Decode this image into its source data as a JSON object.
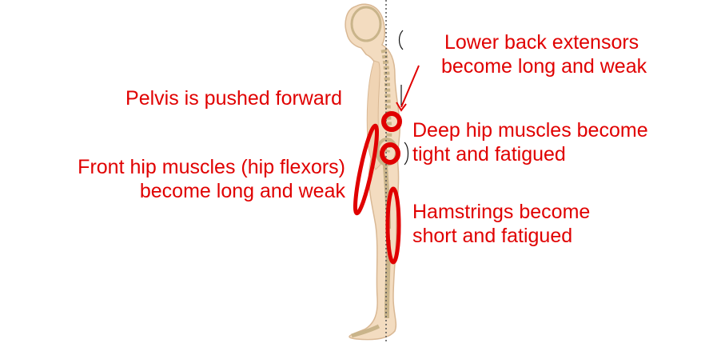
{
  "colors": {
    "annotation": "#e00000",
    "skin": "#f3dcc0",
    "skin_edge": "#d9b894",
    "bone": "#c9b48a",
    "reference_line": "#555555"
  },
  "labels": {
    "pelvis": "Pelvis is pushed forward",
    "front_hip": {
      "line1": "Front hip muscles (hip flexors)",
      "line2": "become long and weak"
    },
    "lower_back": {
      "line1": "Lower back extensors",
      "line2": "become long and weak"
    },
    "deep_hip": {
      "line1": "Deep hip muscles become",
      "line2": "tight and fatigued"
    },
    "hamstrings": {
      "line1": "Hamstrings become",
      "line2": "short and fatigued"
    }
  }
}
